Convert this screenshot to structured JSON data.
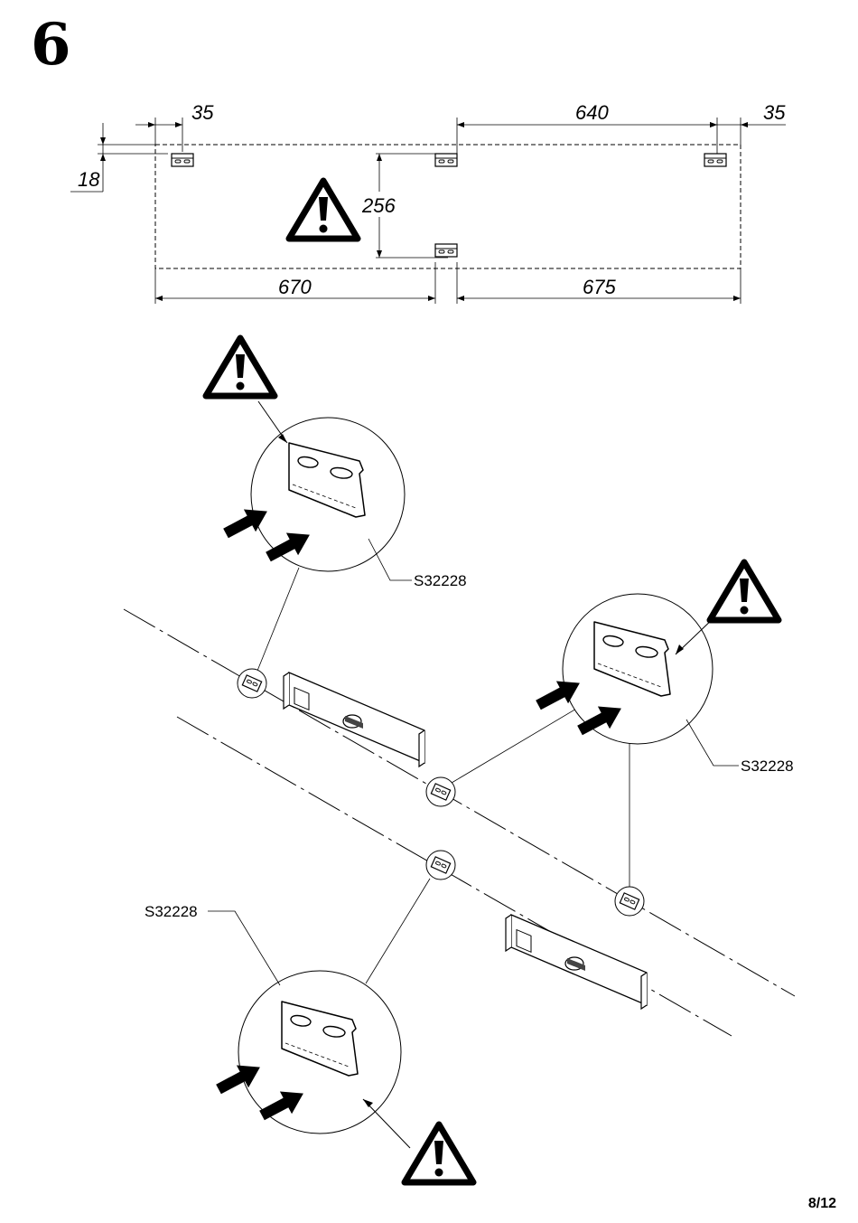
{
  "step_number": "6",
  "page_number": "8/12",
  "dimensions": {
    "edge_offset_left": "35",
    "edge_offset_right": "35",
    "top_offset": "18",
    "spacing": "640",
    "vertical_spacing": "256",
    "left_width": "670",
    "right_width": "675"
  },
  "part_code": "S32228",
  "icons": [
    "warning-icon",
    "arrow-icon",
    "bracket-icon",
    "spirit-level-icon"
  ]
}
